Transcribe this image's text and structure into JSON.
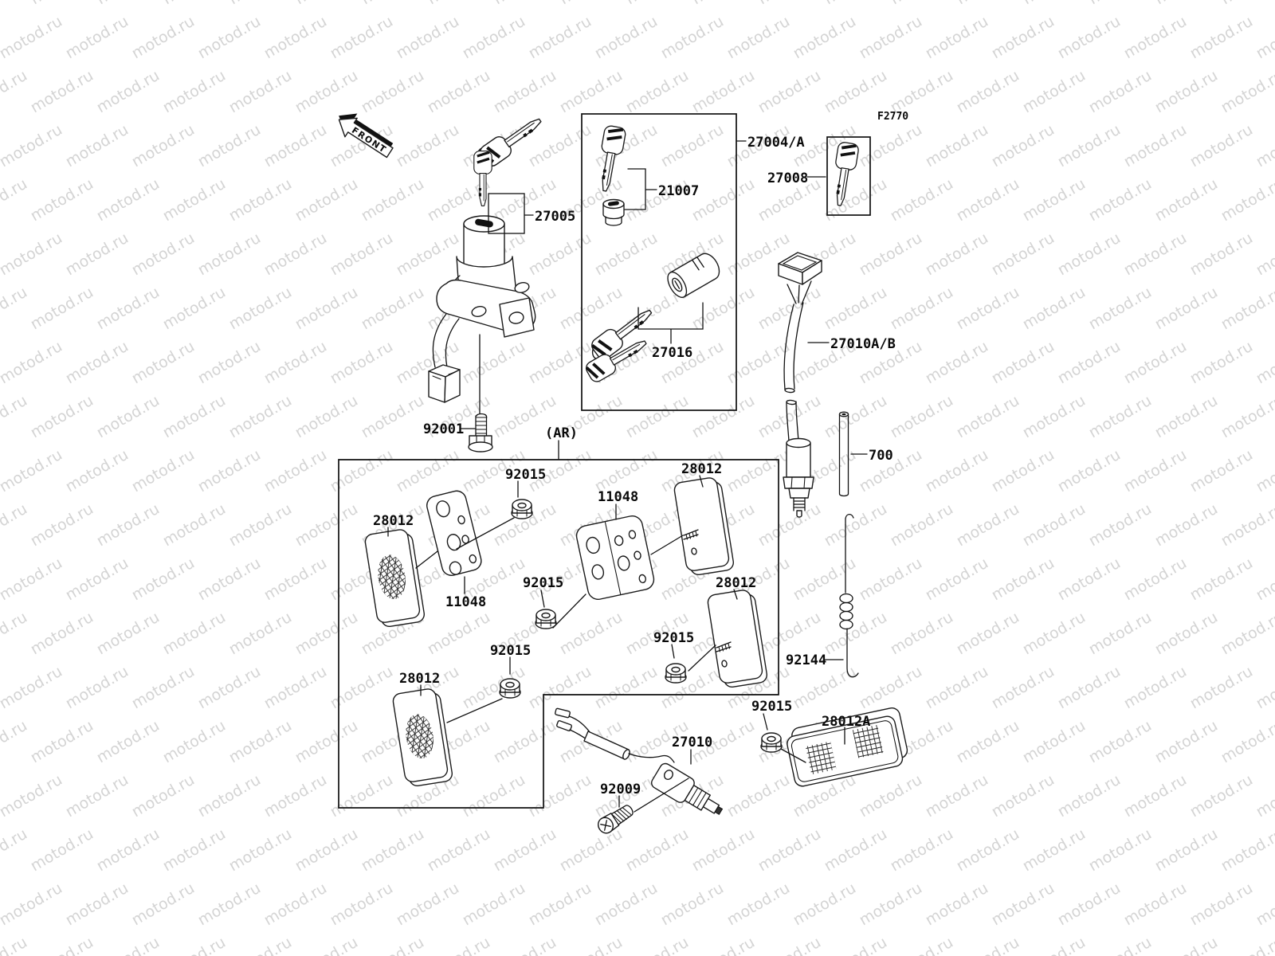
{
  "watermark": {
    "text": "motod.ru",
    "color": "#d4d4d4"
  },
  "diagram": {
    "figure_code": "F2770",
    "front_marker": "FRONT",
    "assembly_variant": "(AR)",
    "part_numbers": {
      "ignition_switch": "27005",
      "key_set_box": "27004/A",
      "key": "21007",
      "lock_assembly": "27016",
      "key_blank": "27008",
      "bolt": "92001",
      "reflector": "28012",
      "bracket": "11048",
      "nut": "92015",
      "switch_cable": "27010A/B",
      "tube": "700",
      "spring_wire": "92144",
      "reflector_wide": "28012A",
      "switch": "27010",
      "screw": "92009"
    }
  }
}
